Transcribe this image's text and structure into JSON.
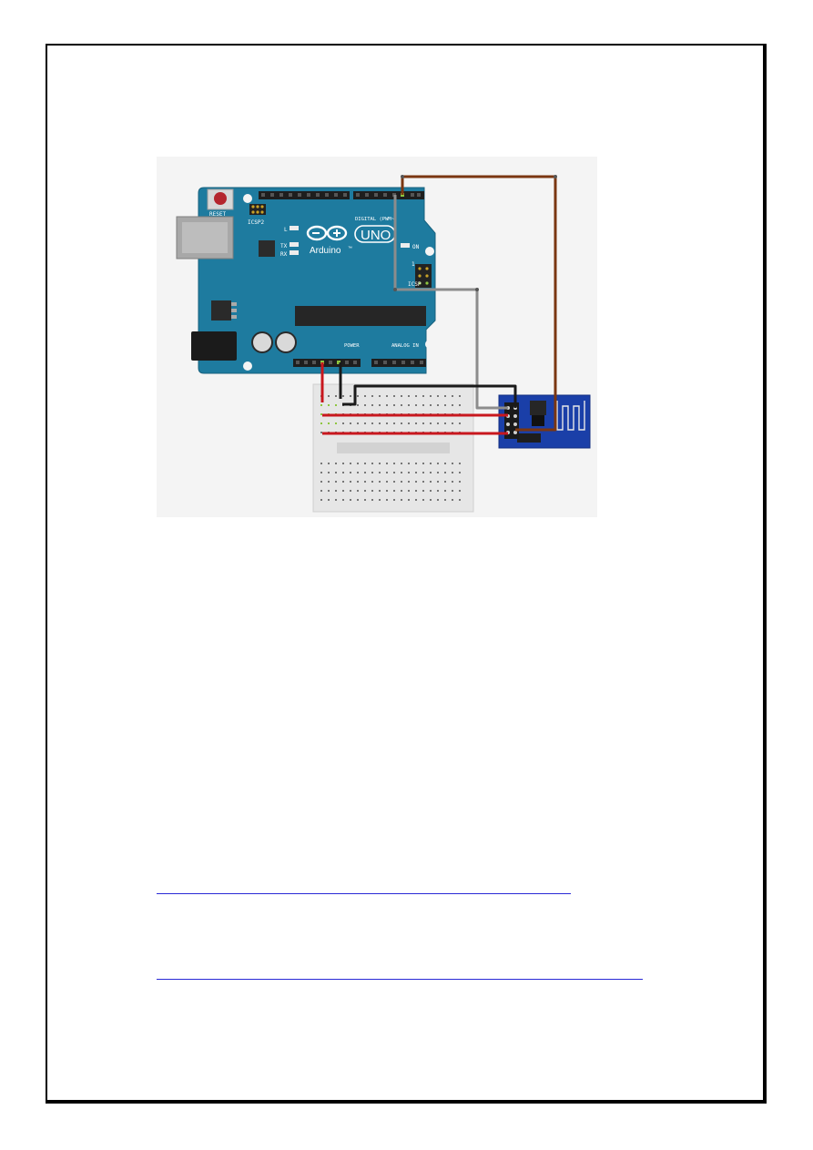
{
  "board": {
    "brand": "Arduino",
    "brand_tm": "™",
    "model": "UNO",
    "reset_label": "RESET",
    "icsp2_label": "ICSP2",
    "icsp_label": "ICSP",
    "digital_label": "DIGITAL (PWM~)",
    "power_label": "POWER",
    "analog_label": "ANALOG IN",
    "led_l": "L",
    "led_tx": "TX",
    "led_rx": "RX",
    "led_on": "ON",
    "icsp_pin": "1"
  },
  "colors": {
    "board": "#1e7b9f",
    "board_dark": "#17617e",
    "esp_module": "#1a3fa8",
    "wire_red": "#c8171e",
    "wire_black": "#1a1a1a",
    "wire_gray": "#8c8c8c",
    "wire_brown": "#7a3611",
    "link": "#2a2ad6"
  },
  "icons": [
    "arduino-infinity-logo-icon",
    "wifi-antenna-trace-icon"
  ]
}
